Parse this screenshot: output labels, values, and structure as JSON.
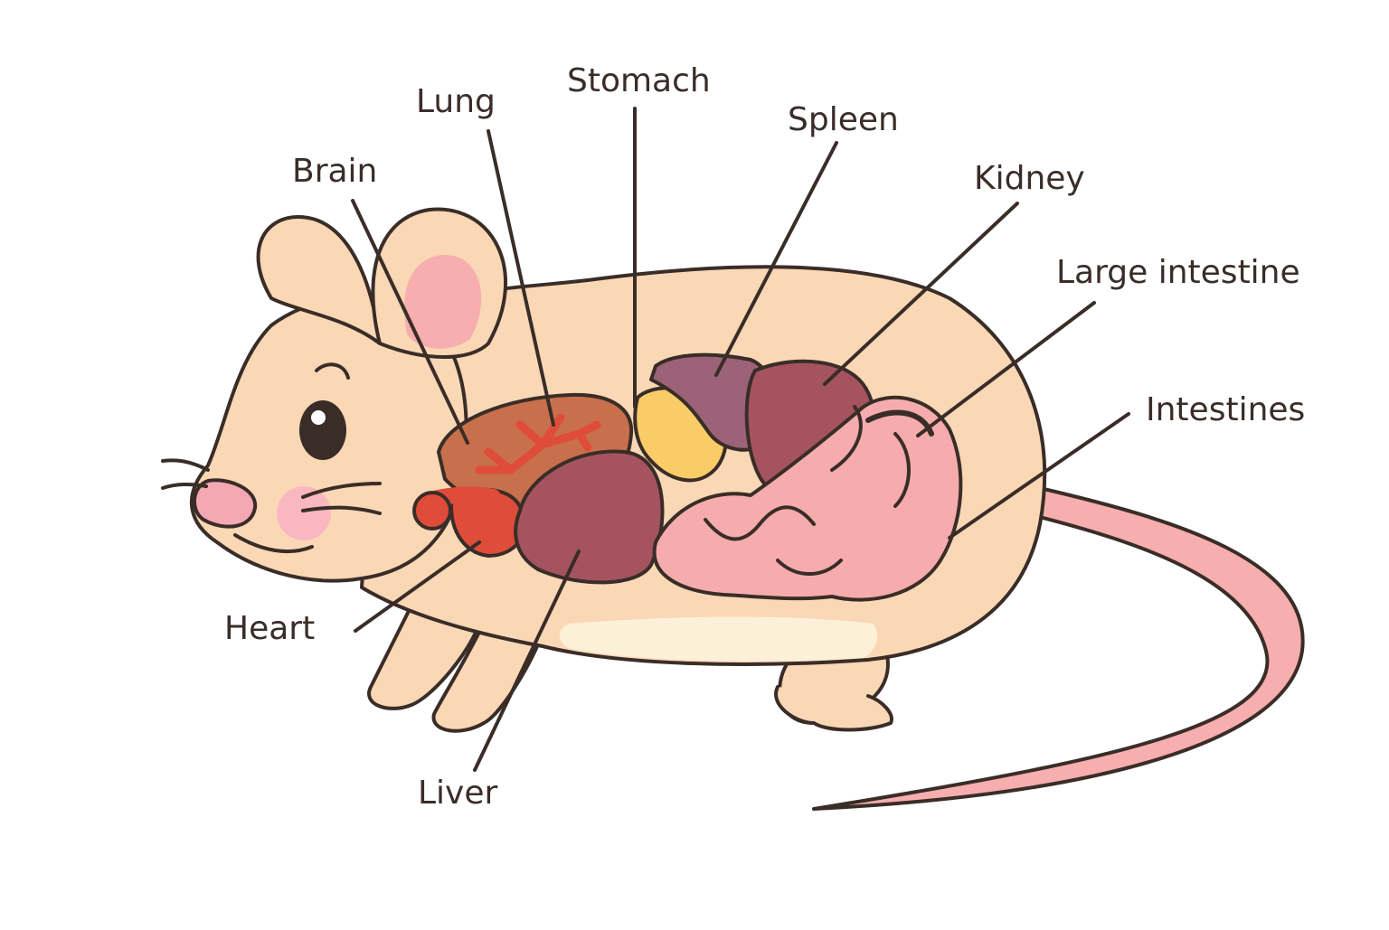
{
  "labels": {
    "brain": "Brain",
    "lung": "Lung",
    "stomach": "Stomach",
    "spleen": "Spleen",
    "kidney": "Kidney",
    "large_intestine": "Large intestine",
    "intestines": "Intestines",
    "heart": "Heart",
    "liver": "Liver"
  },
  "colors": {
    "outline": "#3a2d28",
    "body": "#fad8b6",
    "ear_inner": "#f7aeae",
    "nose": "#f5a8b2",
    "cheek": "#f9b8c0",
    "tail": "#f7aeae",
    "belly": "#fdf0d8",
    "lung": "#c8704b",
    "heart": "#e04c3a",
    "liver": "#a5545f",
    "stomach": "#f9cc68",
    "spleen": "#9c6378",
    "kidney": "#a5545f",
    "intestines": "#f6acac"
  }
}
